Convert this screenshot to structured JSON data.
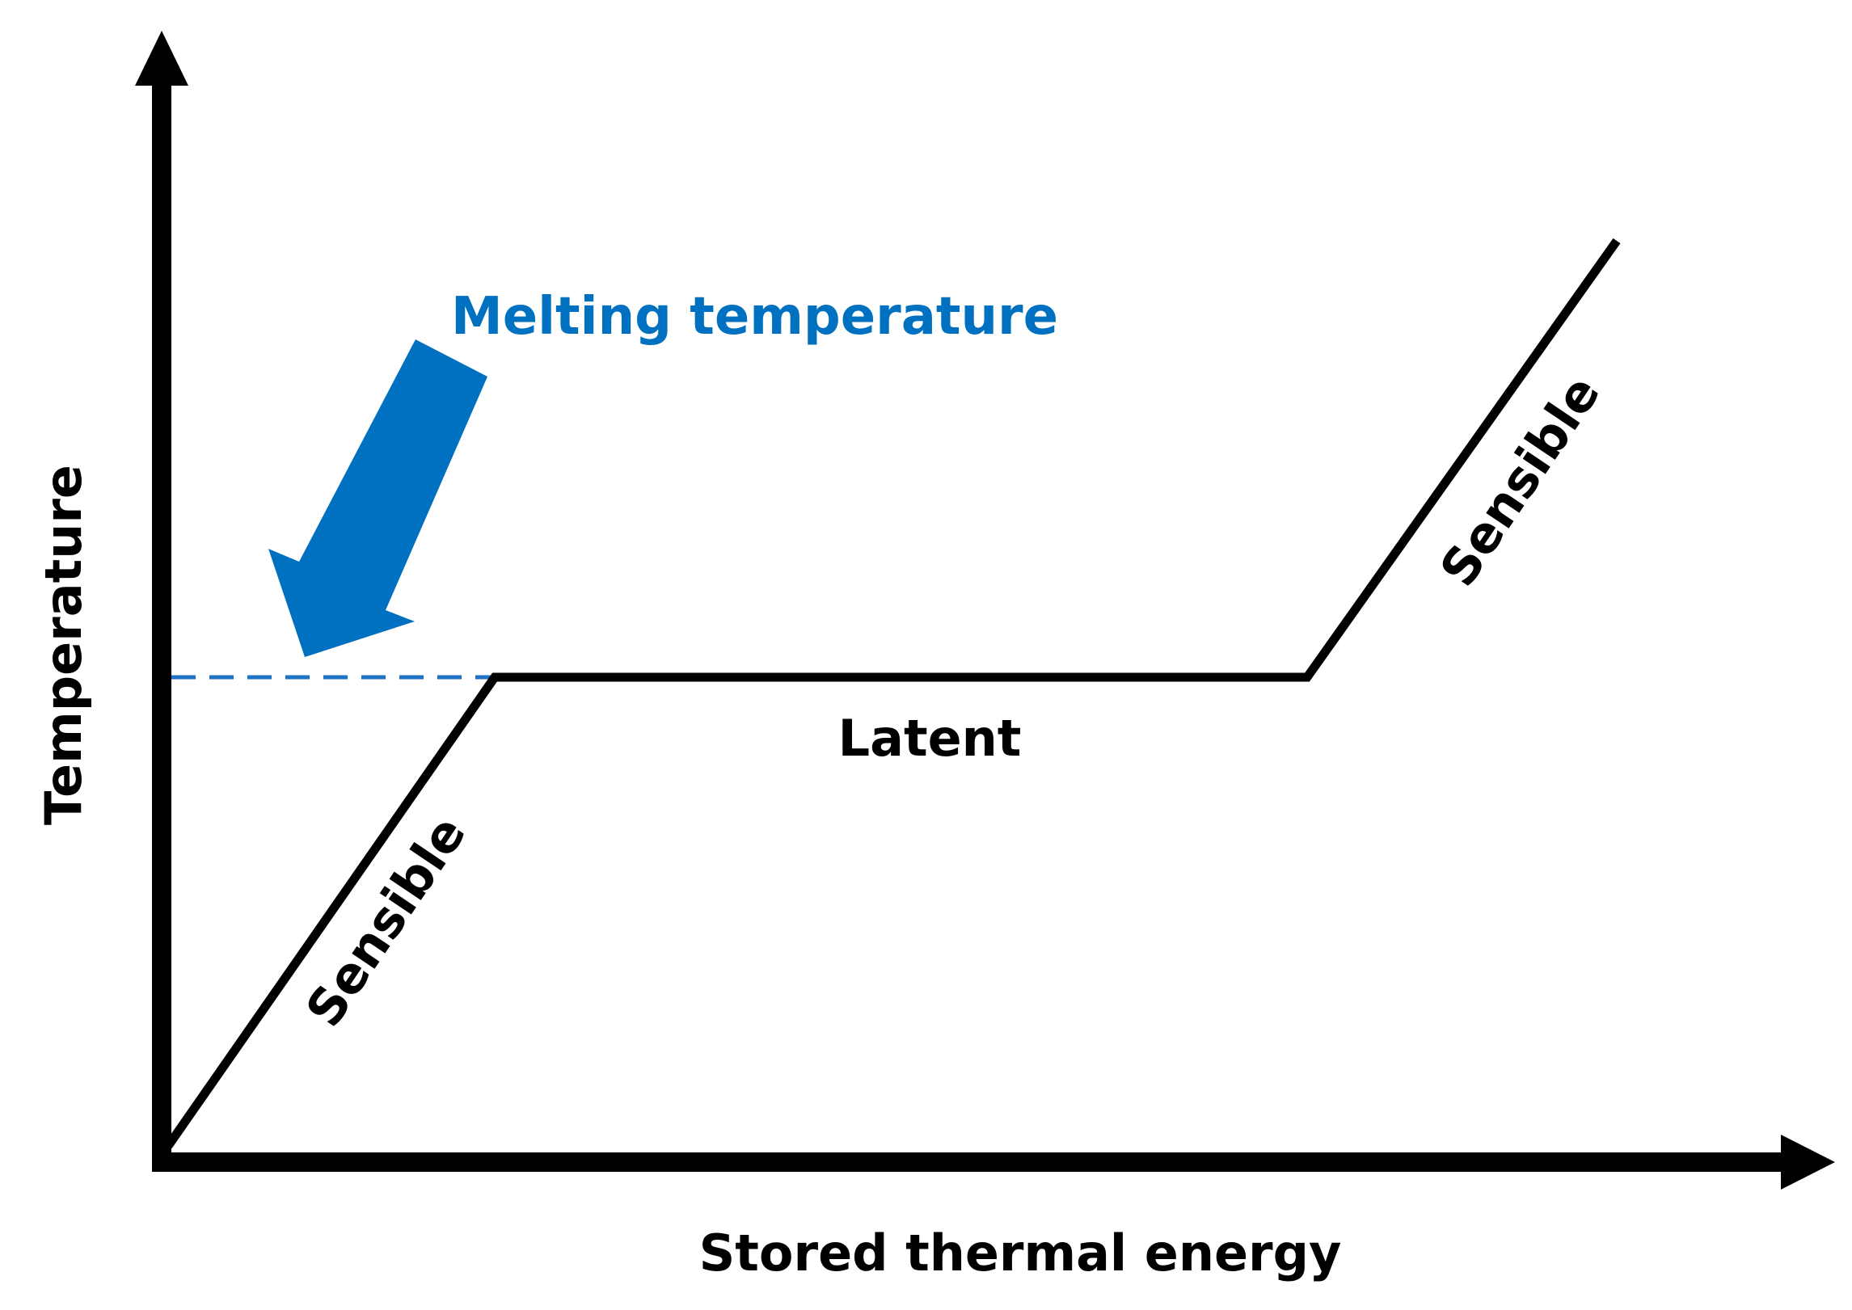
{
  "axes": {
    "x_title": "Stored thermal energy",
    "y_title": "Temperature"
  },
  "labels": {
    "melting": "Melting temperature",
    "sensible_left": "Sensible",
    "latent": "Latent",
    "sensible_right": "Sensible"
  },
  "colors": {
    "accent": "#0070c0",
    "dashed_line": "#1e73c4",
    "ink": "#000000"
  },
  "icons": {
    "annotation_arrow": "arrow-down-left-icon"
  }
}
